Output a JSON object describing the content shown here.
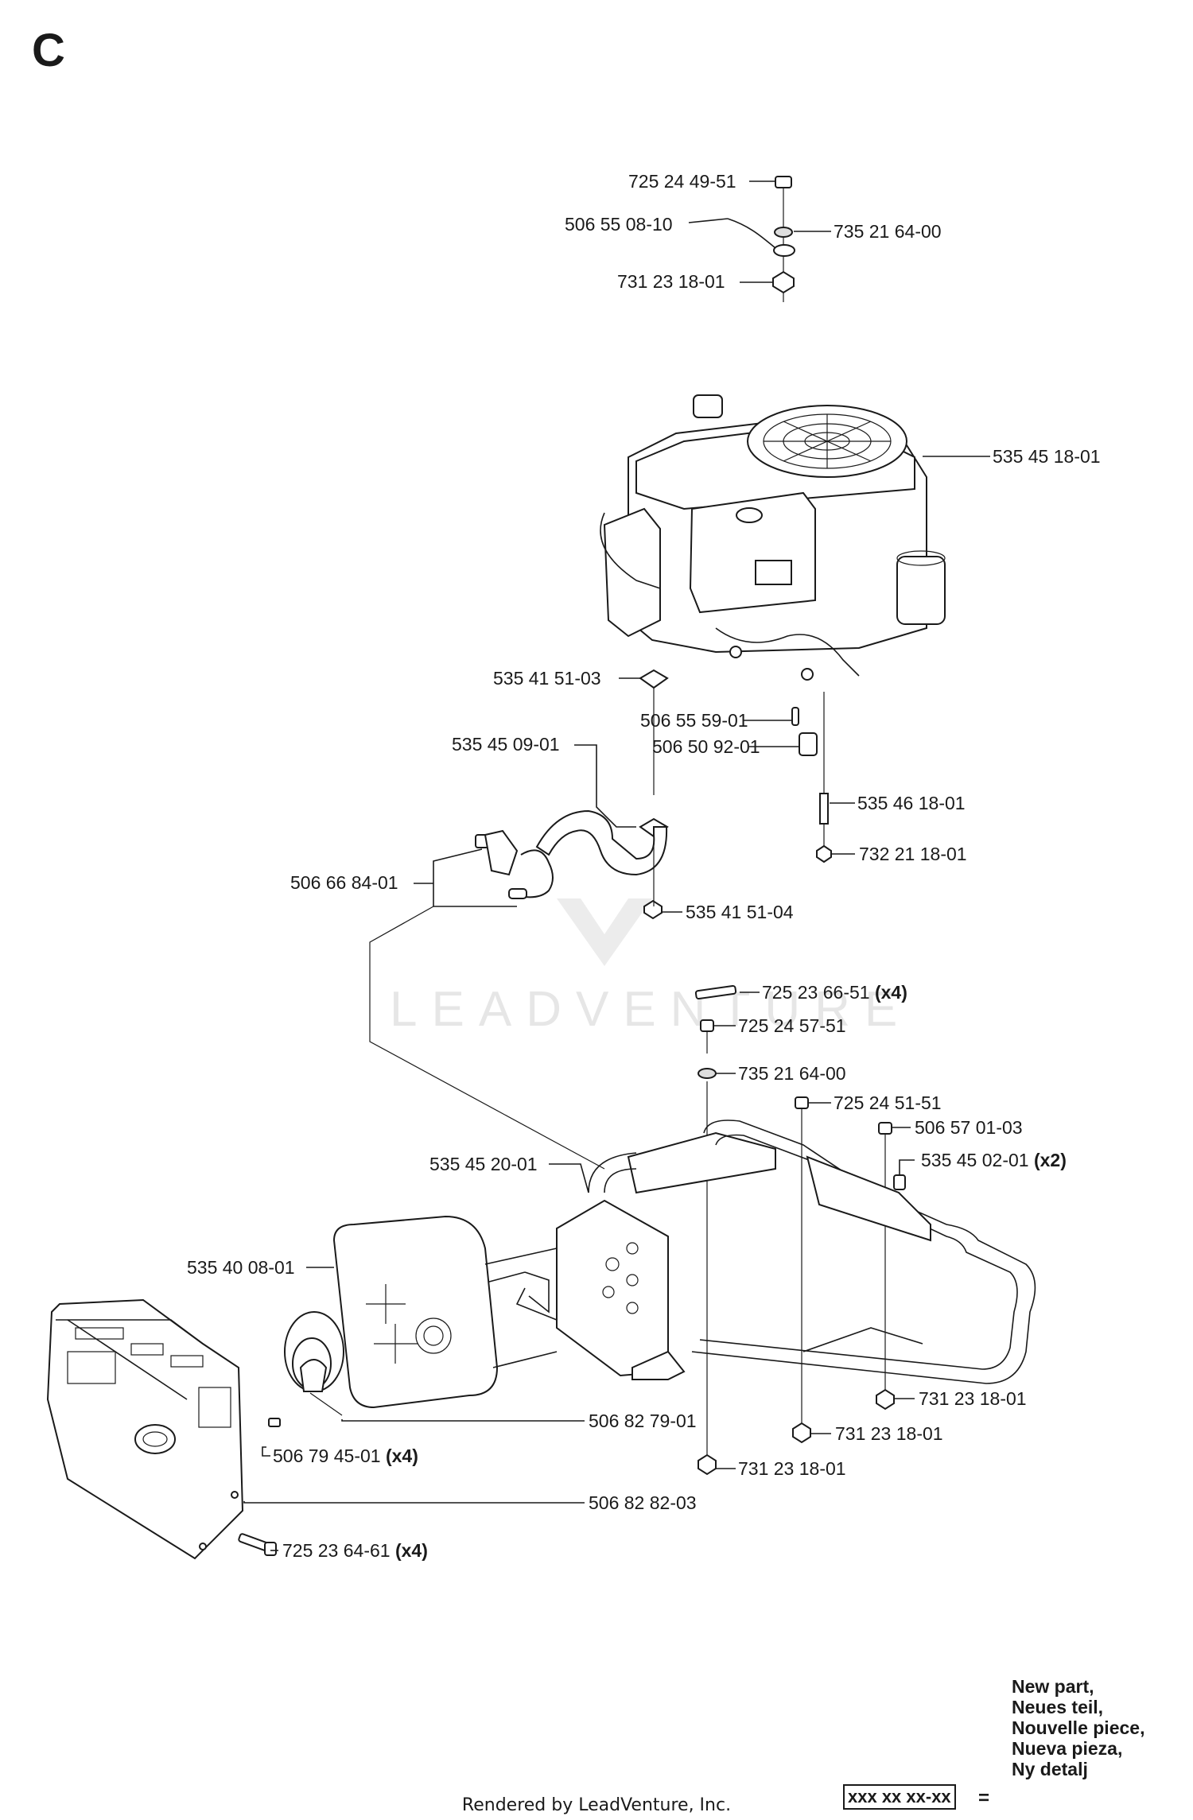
{
  "section_letter": "C",
  "watermark": "LEADVENTURE",
  "parts": {
    "p1": "725 24 49-51",
    "p2": "506 55 08-10",
    "p3": "735 21 64-00",
    "p4": "731 23 18-01",
    "p5": "535 45 18-01",
    "p6": "535 41 51-03",
    "p7": "506 55 59-01",
    "p8": "535 45 09-01",
    "p9": "506 50 92-01",
    "p10": "535 46 18-01",
    "p11": "732 21 18-01",
    "p12": "506 66 84-01",
    "p13": "535 41 51-04",
    "p14": "725 23 66-51",
    "p15": "725 24 57-51",
    "p16": "735 21 64-00",
    "p17": "725 24 51-51",
    "p18": "506 57 01-03",
    "p19": "535 45 20-01",
    "p20": "535 45 02-01",
    "p21": "535 40 08-01",
    "p22": "506 82 79-01",
    "p23": "506 79 45-01",
    "p24": "731 23 18-01",
    "p25": "731 23 18-01",
    "p26": "731 23 18-01",
    "p27": "506 82 82-03",
    "p28": "725 23 64-61"
  },
  "quantities": {
    "q14": "(x4)",
    "q20": "(x2)",
    "q23": "(x4)",
    "q28": "(x4)"
  },
  "legend": {
    "lines": [
      "New part,",
      "Neues teil,",
      "Nouvelle piece,",
      "Nueva pieza,",
      "Ny detalj"
    ],
    "placeholder": "xxx xx xx-xx",
    "equals": "="
  },
  "footer": "Rendered by LeadVenture, Inc."
}
